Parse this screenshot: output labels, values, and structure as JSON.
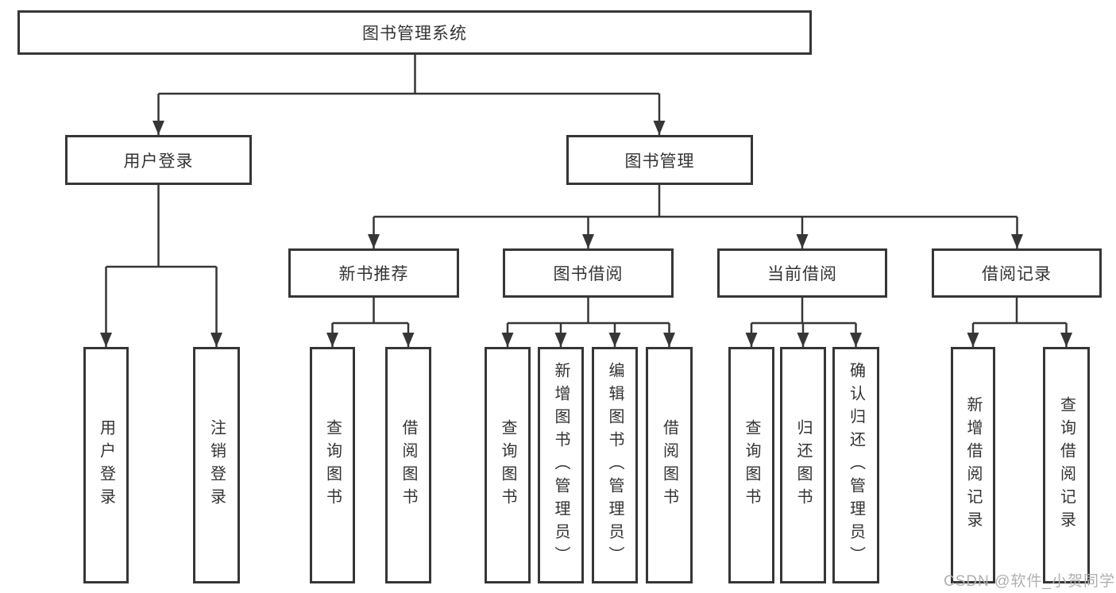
{
  "tree": {
    "root": "图书管理系统",
    "branches": [
      {
        "label": "用户登录",
        "leaves": [
          "用户登录",
          "注销登录"
        ]
      },
      {
        "label": "图书管理",
        "groups": [
          {
            "label": "新书推荐",
            "leaves": [
              "查询图书",
              "借阅图书"
            ]
          },
          {
            "label": "图书借阅",
            "leaves": [
              "查询图书",
              "新增图书（管理员）",
              "编辑图书（管理员）",
              "借阅图书"
            ]
          },
          {
            "label": "当前借阅",
            "leaves": [
              "查询图书",
              "归还图书",
              "确认归还（管理员）"
            ]
          },
          {
            "label": "借阅记录",
            "leaves": [
              "新增借阅记录",
              "查询借阅记录"
            ]
          }
        ]
      }
    ]
  },
  "watermark": {
    "text": "CSDN @软件_小贺同学"
  },
  "colors": {
    "line": "#363636",
    "box_border": "#363636",
    "text": "#333333",
    "watermark": "#b0b0b0",
    "background": "#ffffff"
  }
}
